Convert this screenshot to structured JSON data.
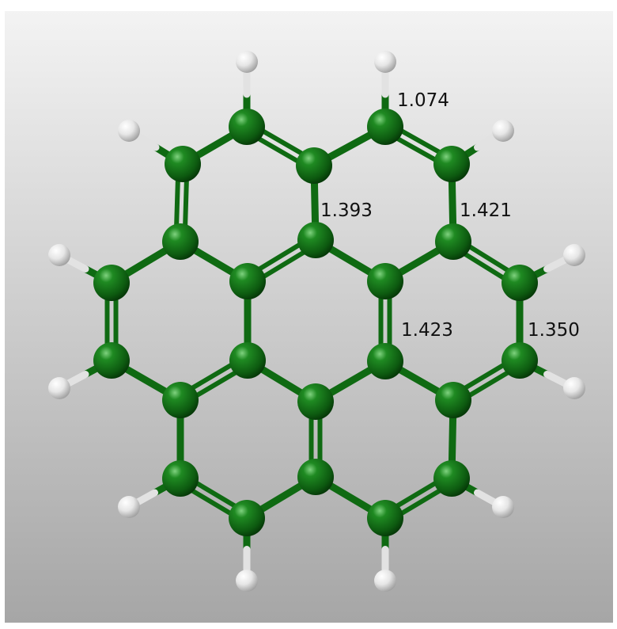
{
  "molecule": {
    "atom_color": "#0f6a12",
    "bond_color": "#0f6a12",
    "hydrogen_color": "#e6e6e6",
    "background_top": "#f3f3f3",
    "background_bottom": "#a6a6a6"
  },
  "bond_lengths": [
    {
      "id": "ch-bond",
      "text": "1.074"
    },
    {
      "id": "inner-bond",
      "text": "1.393"
    },
    {
      "id": "ring-bond",
      "text": "1.421"
    },
    {
      "id": "spoke-bond",
      "text": "1.423"
    },
    {
      "id": "rim-bond",
      "text": "1.350"
    }
  ]
}
